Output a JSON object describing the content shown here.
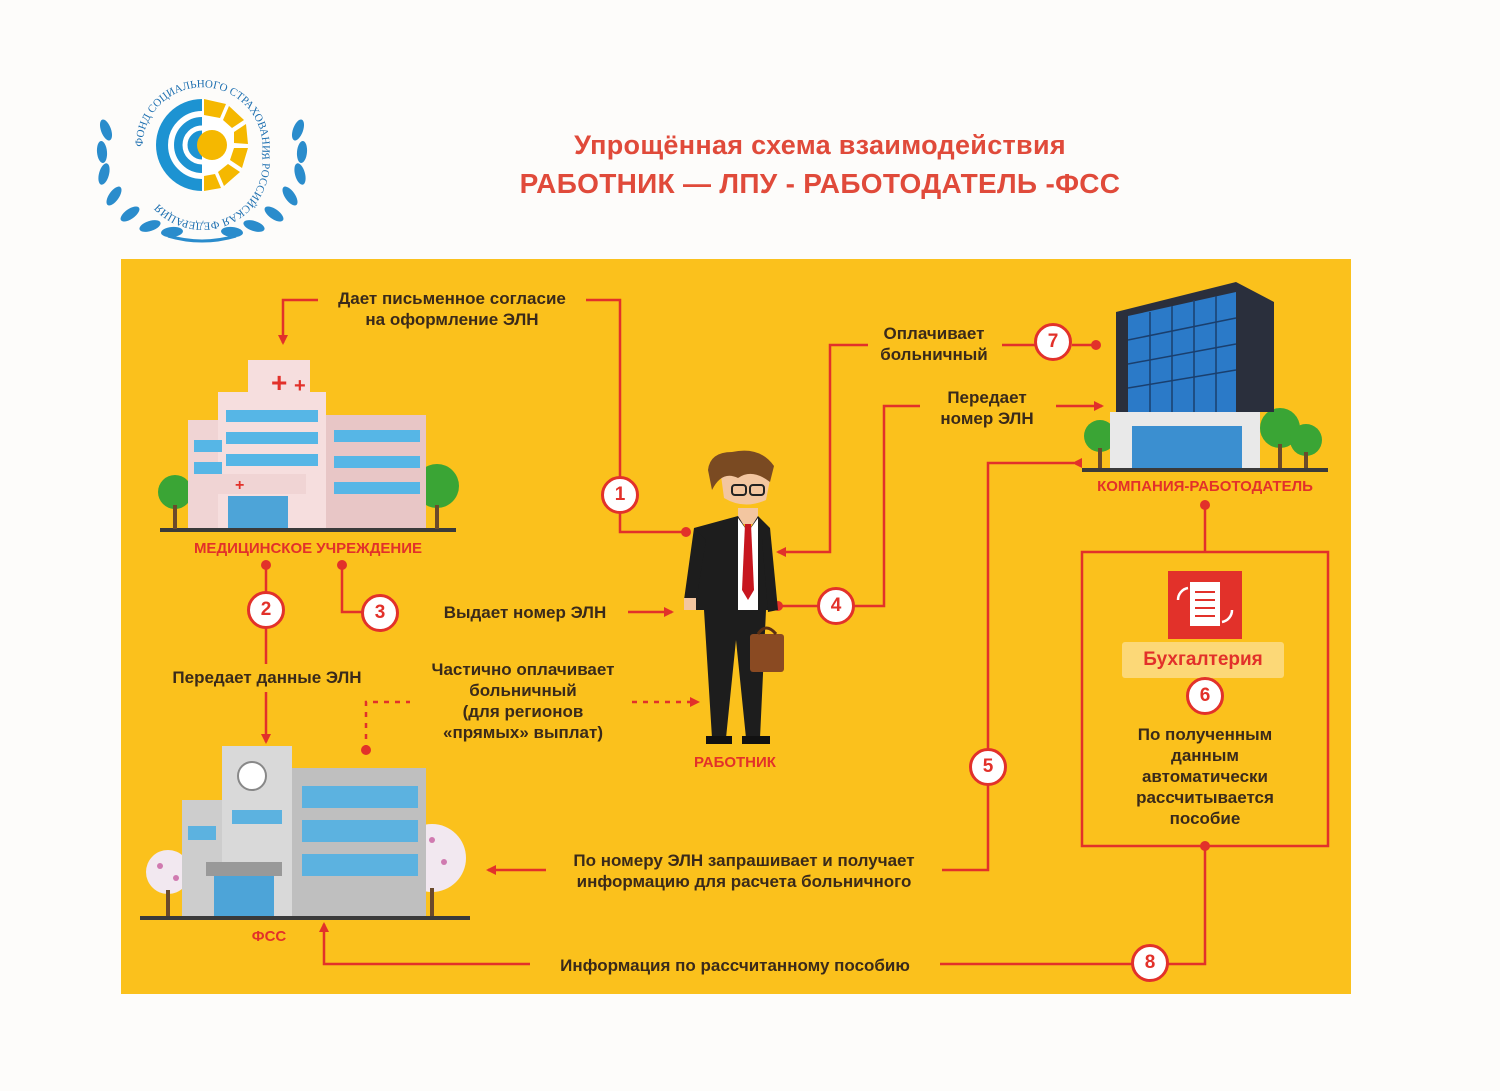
{
  "header": {
    "line1": "Упрощённая схема взаимодействия",
    "line2": "РАБОТНИК — ЛПУ - РАБОТОДАТЕЛЬ -ФСС"
  },
  "logo": {
    "ring_text": "ФОНД СОЦИАЛЬНОГО СТРАХОВАНИЯ РОССИЙСКАЯ ФЕДЕРАЦИЯ",
    "colors": {
      "blue": "#1d93d2",
      "yellow": "#f5b800",
      "laurel": "#2a8ccc"
    }
  },
  "colors": {
    "panel": "#fbc11c",
    "accent": "#e2312a",
    "title": "#e04a3a",
    "text": "#3a2a1a"
  },
  "places": {
    "medical": "МЕДИЦИНСКОЕ УЧРЕЖДЕНИЕ",
    "employee": "РАБОТНИК",
    "employer": "КОМПАНИЯ-РАБОТОДАТЕЛЬ",
    "fss": "ФСС",
    "accounting": "Бухгалтерия"
  },
  "steps": [
    {
      "num": "1",
      "text": "Дает письменное согласие\nна оформление ЭЛН"
    },
    {
      "num": "2",
      "text": "Передает данные ЭЛН"
    },
    {
      "num": "3",
      "text": "Выдает номер ЭЛН"
    },
    {
      "num": "4",
      "text": "Передает\nномер ЭЛН"
    },
    {
      "num": "5",
      "text": "По номеру ЭЛН запрашивает и получает\nинформацию для расчета больничного"
    },
    {
      "num": "6",
      "text": "По полученным\nданным\nавтоматически\nрассчитывается\nпособие"
    },
    {
      "num": "7",
      "text": "Оплачивает\nбольничный"
    },
    {
      "num": "8",
      "text": "Информация по рассчитанному пособию"
    }
  ],
  "direct_payment": "Частично оплачивает\nбольничный\n(для регионов\n«прямых» выплат)"
}
